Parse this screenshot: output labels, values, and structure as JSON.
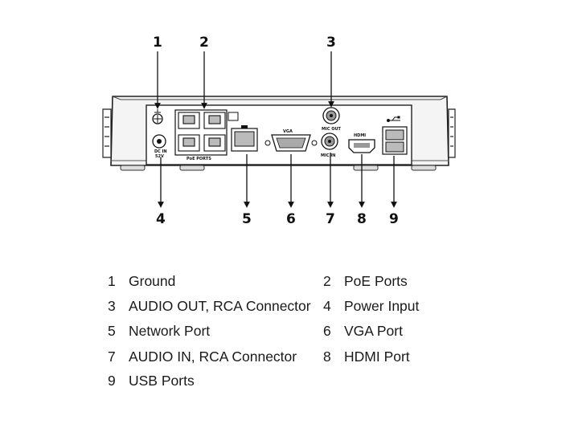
{
  "callouts": [
    "1",
    "2",
    "3",
    "4",
    "5",
    "6",
    "7",
    "8",
    "9"
  ],
  "panel_labels": {
    "poe_ports": "PoE PORTS",
    "vga": "VGA",
    "dc_in": "DC IN",
    "dc_volt": "52V",
    "audio_out": "MIC OUT",
    "audio_in": "MIC IN",
    "hdmi": "HDMI"
  },
  "legend": [
    {
      "num": "1",
      "text": "Ground"
    },
    {
      "num": "2",
      "text": "PoE Ports"
    },
    {
      "num": "3",
      "text": "AUDIO OUT, RCA Connector"
    },
    {
      "num": "4",
      "text": "Power Input"
    },
    {
      "num": "5",
      "text": "Network Port"
    },
    {
      "num": "6",
      "text": "VGA Port"
    },
    {
      "num": "7",
      "text": "AUDIO IN, RCA Connector"
    },
    {
      "num": "8",
      "text": "HDMI Port"
    },
    {
      "num": "9",
      "text": "USB Ports"
    }
  ]
}
